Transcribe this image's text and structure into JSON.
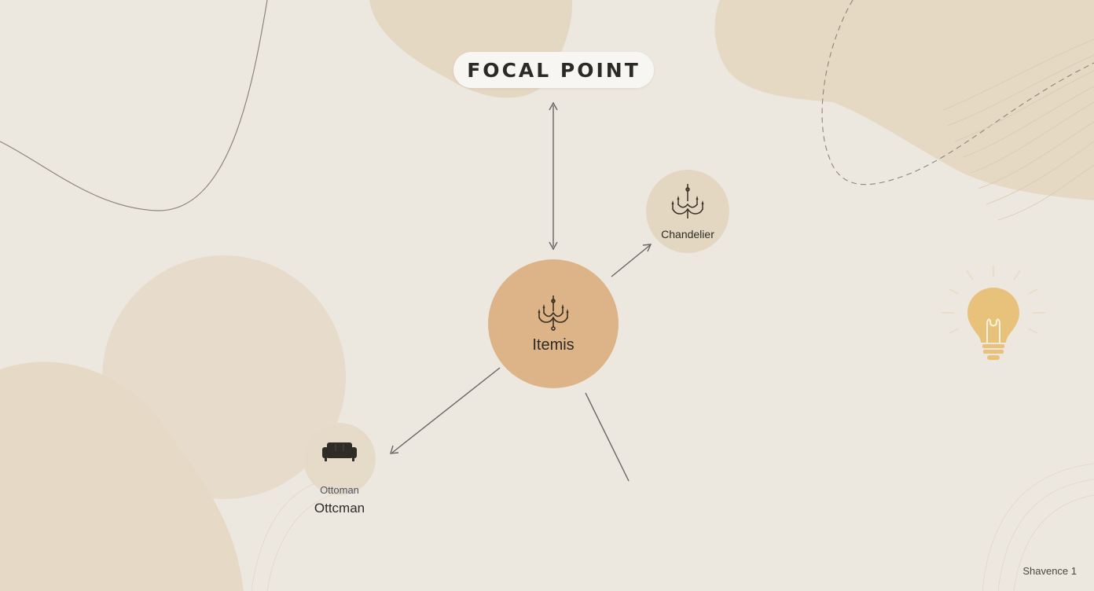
{
  "title": "FOCAL POINT",
  "nodes": {
    "center": {
      "label": "Itemis",
      "icon": "chandelier-icon"
    },
    "chandelier": {
      "label": "Chandelier",
      "icon": "chandelier-icon"
    },
    "ottoman": {
      "small_label": "Ottoman",
      "label": "Ottcman",
      "icon": "sofa-icon"
    }
  },
  "footer": "Shavence 1",
  "decor": {
    "icon": "lightbulb-icon"
  },
  "colors": {
    "background": "#ede8df",
    "center_node": "#dcb487",
    "satellite_node": "#e3d7c2",
    "lightbulb": "#e8c27a",
    "arrows": "#666666"
  }
}
